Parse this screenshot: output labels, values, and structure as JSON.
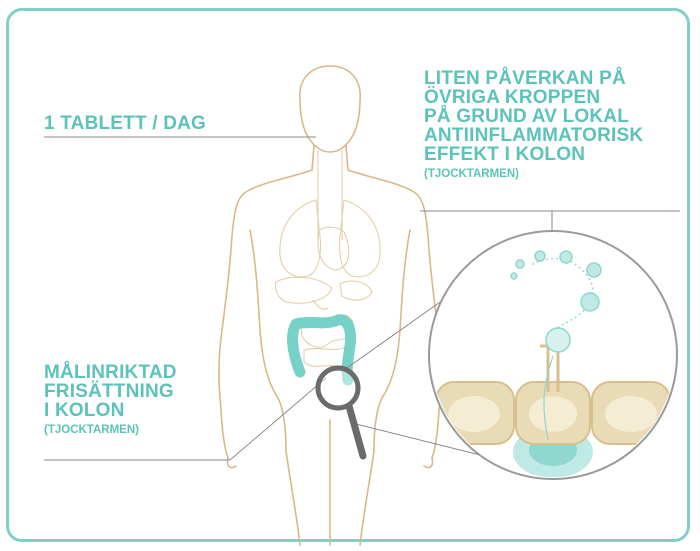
{
  "labels": {
    "dose": "1 TABLETT / DAG",
    "effect_lines": [
      "LITEN PÅVERKAN PÅ",
      "ÖVRIGA KROPPEN",
      "PÅ GRUND AV LOKAL",
      "ANTIINFLAMMATORISK",
      "EFFEKT I KOLON"
    ],
    "effect_note": "(TJOCKTARMEN)",
    "release_lines": [
      "MÅLINRIKTAD",
      "FRISÄTTNING",
      "I KOLON"
    ],
    "release_note": "(TJOCKTARMEN)"
  },
  "colors": {
    "accent": "#5cc3b9",
    "frame": "#7fd0c8",
    "body_outline": "#d9b98a",
    "colon": "#6fd0c6",
    "magnifier": "#6b6b6b",
    "leader_line": "#8a8a8a",
    "cell": "#d7c08c"
  }
}
